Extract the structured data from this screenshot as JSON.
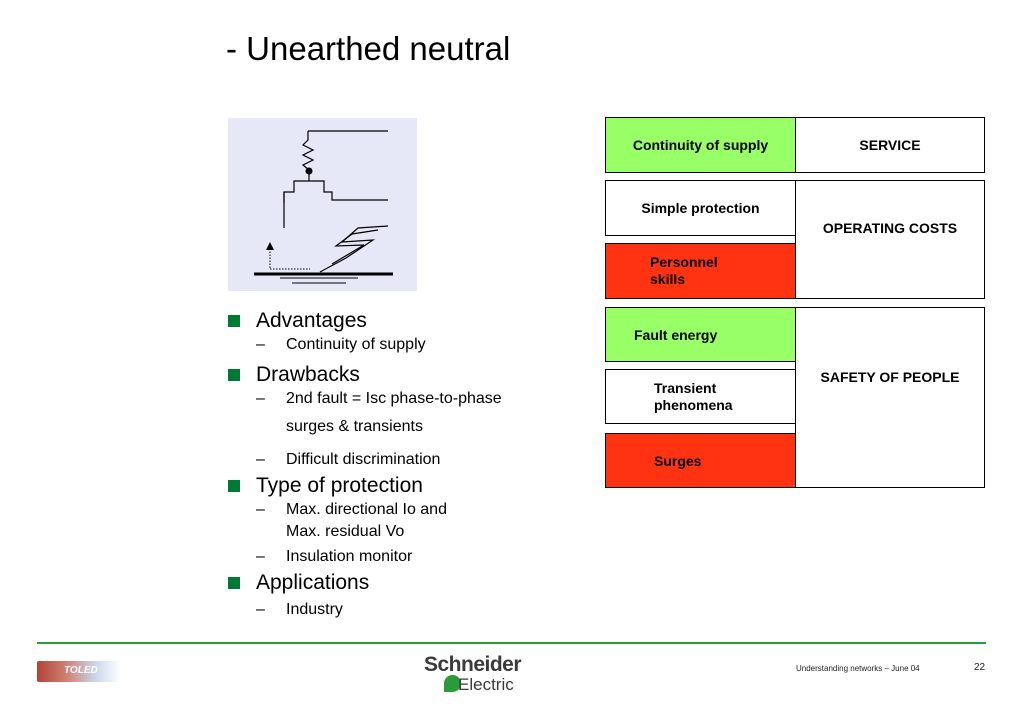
{
  "title": "- Unearthed neutral",
  "bullets": {
    "advantages": "Advantages",
    "continuity": "Continuity of supply",
    "drawbacks": "Drawbacks",
    "second_fault": "2nd fault = Isc phase-to-phase",
    "surges": "surges & transients",
    "difficult": "Difficult discrimination",
    "type_protection": "Type of protection",
    "max_dir_line1": "Max. directional Io and",
    "max_dir_line2": "Max. residual Vo",
    "insulation": "Insulation monitor",
    "applications": "Applications",
    "industry": "Industry",
    "dash": "–"
  },
  "table": {
    "continuity_of_supply": "Continuity of supply",
    "service": "SERVICE",
    "simple_protection": "Simple protection",
    "operating_costs": "OPERATING COSTS",
    "personnel_line1": "Personnel",
    "personnel_line2": "skills",
    "fault_energy": "Fault energy",
    "safety_of_people": "SAFETY OF PEOPLE",
    "transient_line1": "Transient",
    "transient_line2": "phenomena",
    "surges": "Surges",
    "colors": {
      "green": "#99ff66",
      "red": "#ff3311",
      "white": "#ffffff"
    }
  },
  "footer": {
    "toled": "TOLED",
    "logo_top": "Schneider",
    "logo_bottom": "Electric",
    "caption": "Understanding networks – June 04",
    "page": "22",
    "accent": "#2b9a3a"
  }
}
